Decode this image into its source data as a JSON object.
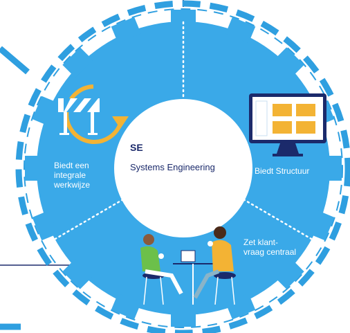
{
  "center": {
    "abbr": "SE",
    "name": "Systems Engineering"
  },
  "segments": [
    {
      "text_lines": [
        "Biedt een",
        "integrale",
        "werkwijze"
      ],
      "icon": "barrier-cycle-icon"
    },
    {
      "text_lines": [
        "Biedt Structuur"
      ],
      "icon": "monitor-folders-icon"
    },
    {
      "text_lines": [
        "Zet klant-",
        "vraag centraal"
      ],
      "icon": "people-meeting-icon"
    }
  ],
  "colors": {
    "gear_blue": "#3aa9e8",
    "dash_blue": "#2f9fe0",
    "accent_yellow": "#f3b334",
    "center_text": "#1b2a6b",
    "white": "#ffffff"
  }
}
